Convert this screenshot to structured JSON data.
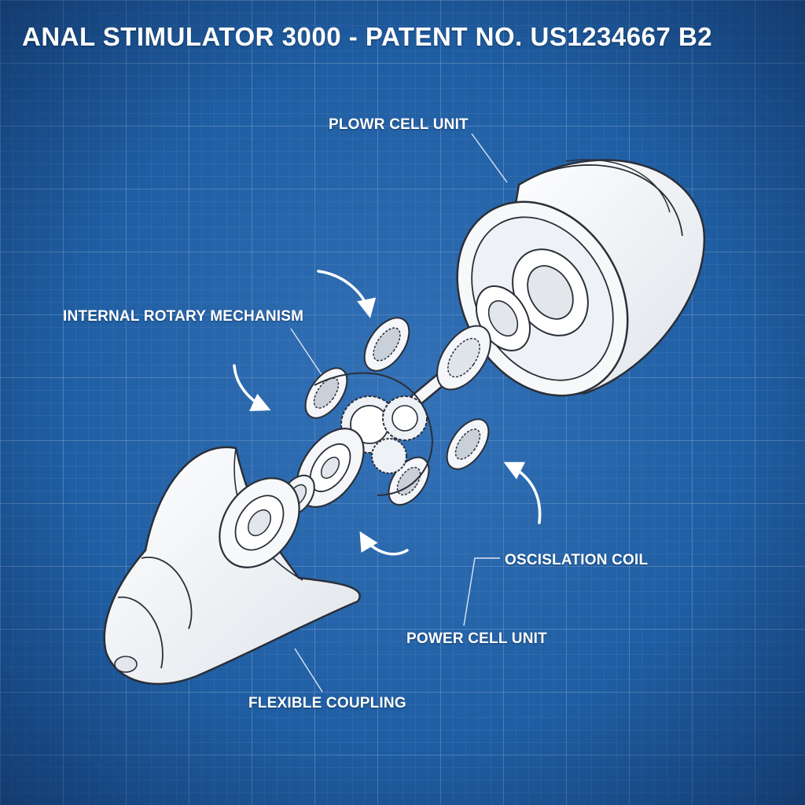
{
  "title": "ANAL STIMULATOR 3000 - PATENT NO. US1234667 B2",
  "labels": {
    "power_cell_top": "PLOWR CELL UNIT",
    "internal_rotary": "INTERNAL ROTARY MECHANISM",
    "oscillation_coil": "OSCISLATION COIL",
    "power_cell_bottom": "POWER CELL UNIT",
    "flexible_coupling": "FLEXIBLE COUPLING"
  },
  "colors": {
    "background": "#1f5ea3",
    "line": "#ffffff",
    "part_fill": "#f4f6f9",
    "part_stroke": "#2a2f38"
  }
}
